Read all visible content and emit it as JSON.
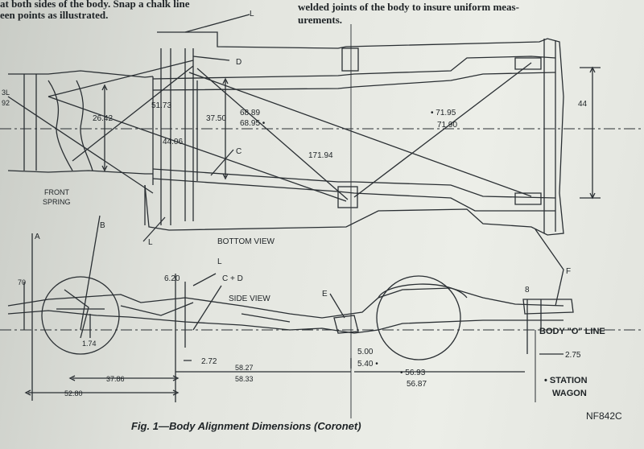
{
  "header_text": {
    "left_line1": "at both sides of the body. Snap a chalk line",
    "left_line2": "een points as illustrated.",
    "right_line1": "welded joints of the body to insure uniform meas-",
    "right_line2": "urements."
  },
  "diagram": {
    "bottom_view_title": "BOTTOM VIEW",
    "side_view_title": "SIDE VIEW",
    "front_spring_line1": "FRONT",
    "front_spring_line2": "SPRING",
    "body_o_line": "BODY \"O\" LINE",
    "station_wagon_line1": "• STATION",
    "station_wagon_line2": "WAGON",
    "letters": {
      "A": "A",
      "B": "B",
      "C": "C",
      "D": "D",
      "E": "E",
      "F": "F",
      "L_top": "L",
      "L_bottom": "L",
      "L_side": "L",
      "C_plus_D": "C + D"
    },
    "dims_bottom": {
      "d5173": "51.73",
      "d2642": "26.42",
      "d3750": "37.50",
      "d4406": "44.06",
      "d6889": "68.89",
      "d6895": "68.95 •",
      "d17194": "171.94",
      "d7195": "• 71.95",
      "d7190": "71.90",
      "d44": "44",
      "left_a": "3L",
      "left_b": "92"
    },
    "dims_side": {
      "d70": "70",
      "d620": "6.20",
      "d174": "1.74",
      "d272": "2.72",
      "d3786": "37.86",
      "d5280": "52.80",
      "d5827": "58.27",
      "d5833": "58.33",
      "d500": "5.00",
      "d540": "5.40 •",
      "d5693": "• 56.93",
      "d5687": "56.87",
      "d275": "2.75",
      "d8": "8"
    }
  },
  "caption": "Fig. 1—Body Alignment Dimensions (Coronet)",
  "code": "NF842C"
}
